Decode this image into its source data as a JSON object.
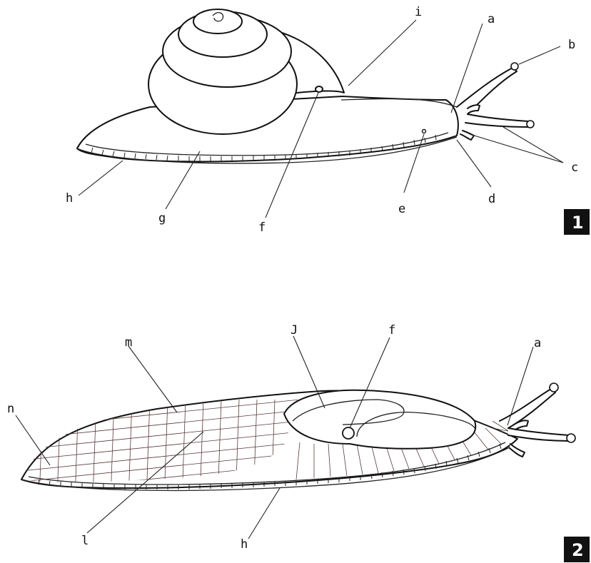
{
  "figure1": {
    "badge": "1",
    "labels": {
      "a": "a",
      "b": "b",
      "c": "c",
      "d": "d",
      "e": "e",
      "f": "f",
      "g": "g",
      "h": "h",
      "i": "i"
    }
  },
  "figure2": {
    "badge": "2",
    "labels": {
      "a": "a",
      "f": "f",
      "J": "J",
      "m": "m",
      "n": "n",
      "l": "l",
      "h": "h"
    }
  }
}
